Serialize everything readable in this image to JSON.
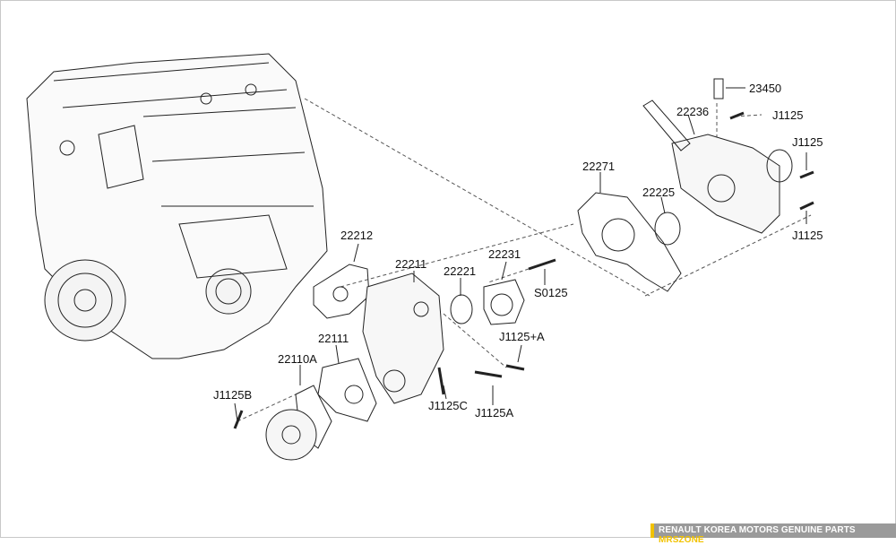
{
  "parts": {
    "p23450": "23450",
    "p22236": "22236",
    "j1125_top": "J1125",
    "j1125_right1": "J1125",
    "j1125_right2": "J1125",
    "p22271": "22271",
    "p22225": "22225",
    "p22212": "22212",
    "p22211": "22211",
    "p22221": "22221",
    "p22231": "22231",
    "s0125": "S0125",
    "p22111": "22111",
    "p22110a": "22110A",
    "j1125b": "J1125B",
    "j1125plusa": "J1125+A",
    "j1125c": "J1125C",
    "j1125a": "J1125A"
  },
  "footer": {
    "text": "RENAULT KOREA MOTORS GENUINE PARTS",
    "brand": "MRSZONE",
    "accent": "#f2c200"
  }
}
